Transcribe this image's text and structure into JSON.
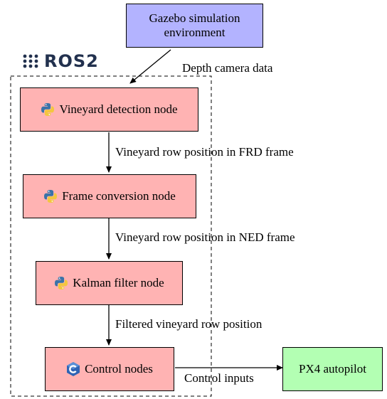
{
  "colors": {
    "gazebo_fill": "#b3b3ff",
    "ros_node_fill": "#ffb3b3",
    "px4_fill": "#b3ffb3",
    "ros_logo": "#22314e",
    "python_blue": "#3a73a8",
    "python_yellow": "#f3c63f",
    "cpp_blue": "#2f64b5"
  },
  "logo": {
    "text": "ROS2",
    "icon": "ros-dots-icon"
  },
  "nodes": {
    "gazebo": {
      "line1": "Gazebo simulation",
      "line2": "environment"
    },
    "vineyard_detection": {
      "label": "Vineyard detection node",
      "icon": "python-icon"
    },
    "frame_conversion": {
      "label": "Frame conversion node",
      "icon": "python-icon"
    },
    "kalman_filter": {
      "label": "Kalman filter node",
      "icon": "python-icon"
    },
    "control": {
      "label": "Control nodes",
      "icon": "cpp-icon"
    },
    "px4": {
      "label": "PX4 autopilot"
    }
  },
  "edges": {
    "depth_camera": "Depth camera data",
    "frd": "Vineyard row position in FRD frame",
    "ned": "Vineyard row position in NED frame",
    "filtered": "Filtered vineyard row position",
    "control_inputs": "Control inputs"
  }
}
